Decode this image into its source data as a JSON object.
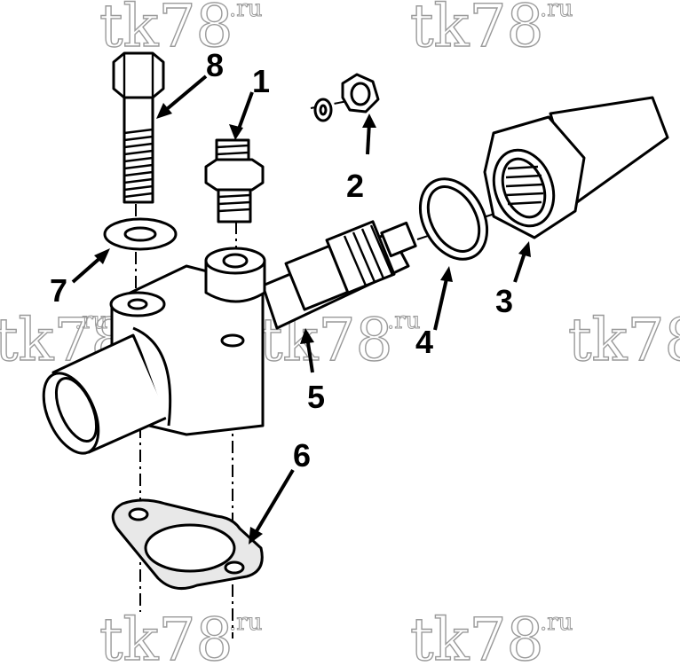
{
  "watermark": {
    "text": "tk78",
    "suffix": ".ru"
  },
  "callouts": [
    "1",
    "2",
    "3",
    "4",
    "5",
    "6",
    "7",
    "8"
  ],
  "parts": {
    "1": "fitting-icon",
    "2": "nut-and-washer-icon",
    "3": "flare-nut-icon",
    "4": "sealing-ring-icon",
    "5": "valve-body-icon",
    "6": "flange-gasket-icon",
    "7": "flat-washer-icon",
    "8": "hex-bolt-icon"
  }
}
